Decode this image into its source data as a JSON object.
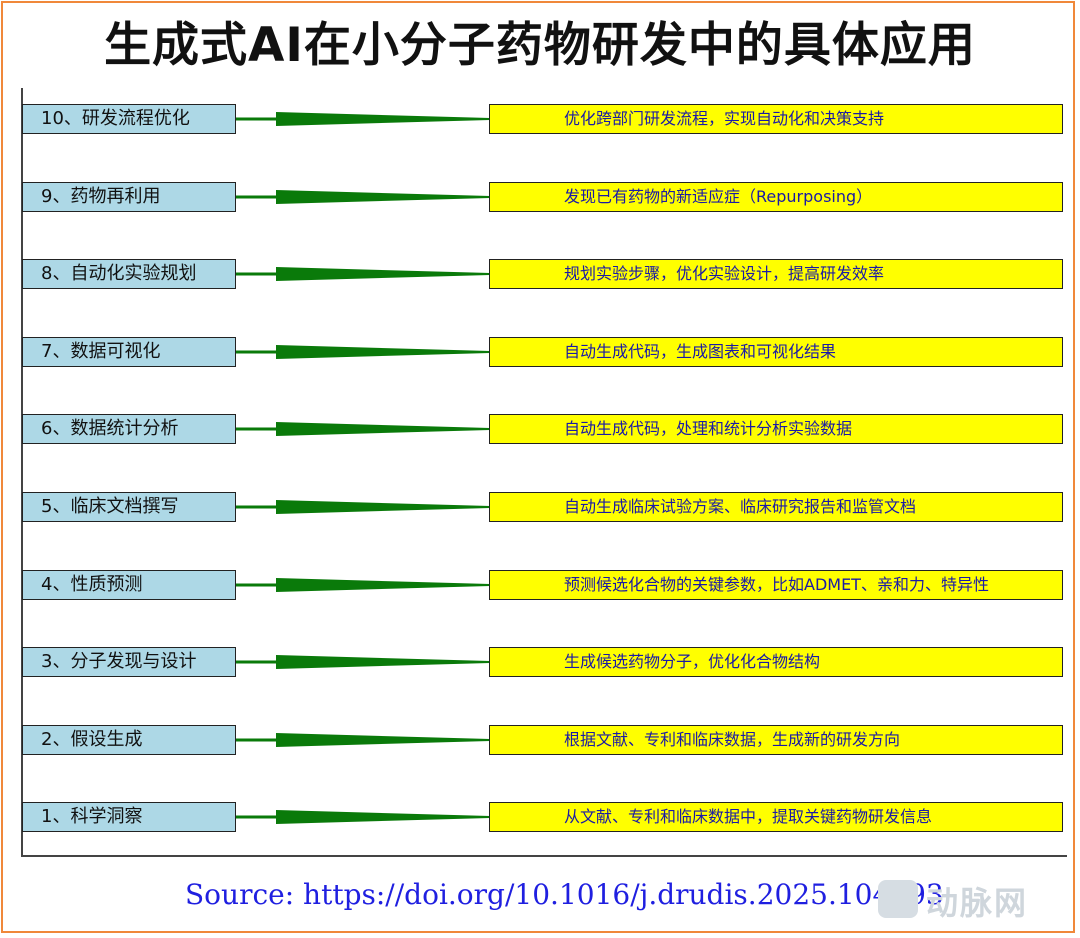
{
  "title": "生成式AI在小分子药物研发中的具体应用",
  "items": [
    {
      "label": "10、研发流程优化",
      "desc": "优化跨部门研发流程，实现自动化和决策支持"
    },
    {
      "label": "9、药物再利用",
      "desc": "发现已有药物的新适应症（Repurposing）"
    },
    {
      "label": "8、自动化实验规划",
      "desc": "规划实验步骤，优化实验设计，提高研发效率"
    },
    {
      "label": "7、数据可视化",
      "desc": "自动生成代码，生成图表和可视化结果"
    },
    {
      "label": "6、数据统计分析",
      "desc": "自动生成代码，处理和统计分析实验数据"
    },
    {
      "label": "5、临床文档撰写",
      "desc": "自动生成临床试验方案、临床研究报告和监管文档"
    },
    {
      "label": "4、性质预测",
      "desc": "预测候选化合物的关键参数，比如ADMET、亲和力、特异性"
    },
    {
      "label": "3、分子发现与设计",
      "desc": "生成候选药物分子，优化化合物结构"
    },
    {
      "label": "2、假设生成",
      "desc": "根据文献、专利和临床数据，生成新的研发方向"
    },
    {
      "label": "1、科学洞察",
      "desc": "从文献、专利和临床数据中，提取关键药物研发信息"
    }
  ],
  "source": "Source: https://doi.org/10.1016/j.drudis.2025.104593",
  "watermark": "动脉网",
  "colors": {
    "label_bg": "#add8e6",
    "desc_bg": "#ffff00",
    "connector": "#0a7a0a",
    "desc_text": "#1a1aa6",
    "source_text": "#1f1fe0",
    "border": "#f0883a"
  }
}
